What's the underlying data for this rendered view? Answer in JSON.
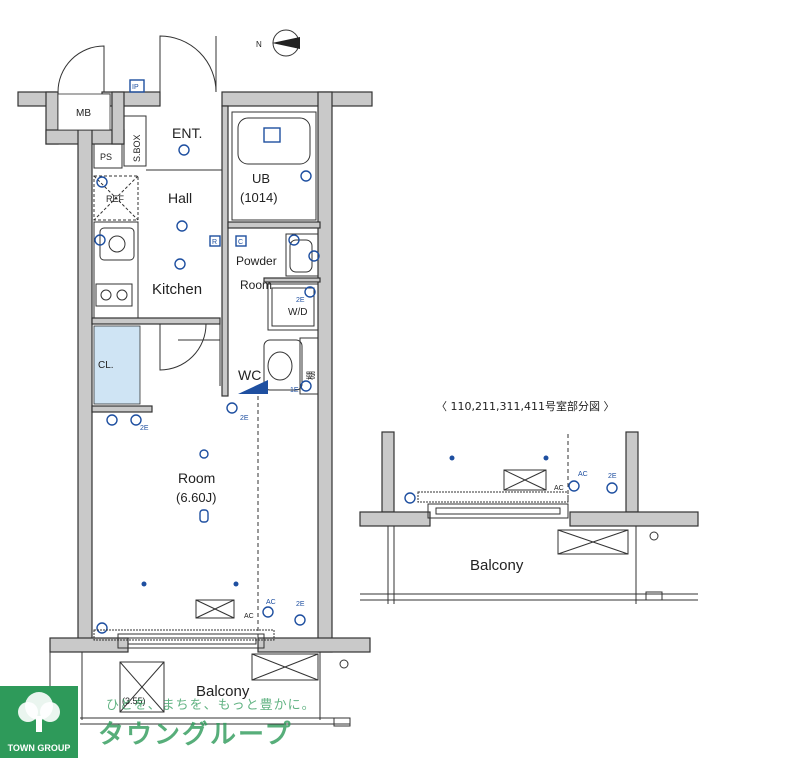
{
  "compass": {
    "label": "N"
  },
  "rooms": {
    "mb": "MB",
    "ps": "PS",
    "sbox": "S.BOX",
    "ip": "IP",
    "entrance": "ENT.",
    "hall": "Hall",
    "ref": "REF",
    "kitchen": "Kitchen",
    "r_mark": "R",
    "c_mark": "C",
    "ub": "UB",
    "ub_size": "(1014)",
    "powder": "Powder",
    "powder_room": "Room",
    "wd": "W/D",
    "wc": "WC",
    "closet": "CL.",
    "shelf": "棚",
    "room": "Room",
    "room_size": "(6.60J)",
    "balcony": "Balcony",
    "balcony_area": "(3.55)"
  },
  "device_tags": {
    "ac": "AC",
    "twoe": "2E",
    "oneE": "1E"
  },
  "inset": {
    "caption": "〈 110,211,311,411号室部分図 〉",
    "balcony": "Balcony"
  },
  "brand": {
    "slogan": "ひとを、まちを、もっと豊かに。",
    "name": "タウングループ",
    "logo_text": "TOWN GROUP",
    "color": "#2e9a5a"
  },
  "colors": {
    "wall": "#c9c9c9",
    "electric": "#1e4fa0"
  }
}
